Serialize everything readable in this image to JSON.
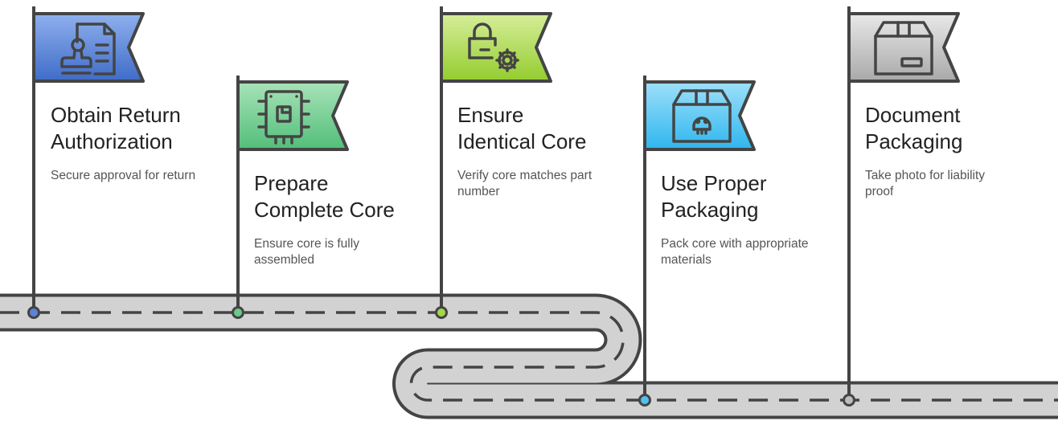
{
  "steps": [
    {
      "title_line1": "Obtain Return",
      "title_line2": "Authorization",
      "description": "Secure approval for return",
      "icon": "document-stamp-icon",
      "color": "#5B84D6"
    },
    {
      "title_line1": "Prepare",
      "title_line2": "Complete Core",
      "description": "Ensure core is fully assembled",
      "icon": "circuit-chip-icon",
      "color": "#6BC98C"
    },
    {
      "title_line1": "Ensure",
      "title_line2": "Identical Core",
      "description": "Verify core matches part number",
      "icon": "lock-gear-icon",
      "color": "#A4D64C"
    },
    {
      "title_line1": "Use Proper",
      "title_line2": "Packaging",
      "description": "Pack core with appropriate materials",
      "icon": "hazard-box-icon",
      "color": "#4FC3F0"
    },
    {
      "title_line1": "Document",
      "title_line2": "Packaging",
      "description": "Take photo for liability proof",
      "icon": "package-box-icon",
      "color": "#BDBDBD"
    }
  ]
}
